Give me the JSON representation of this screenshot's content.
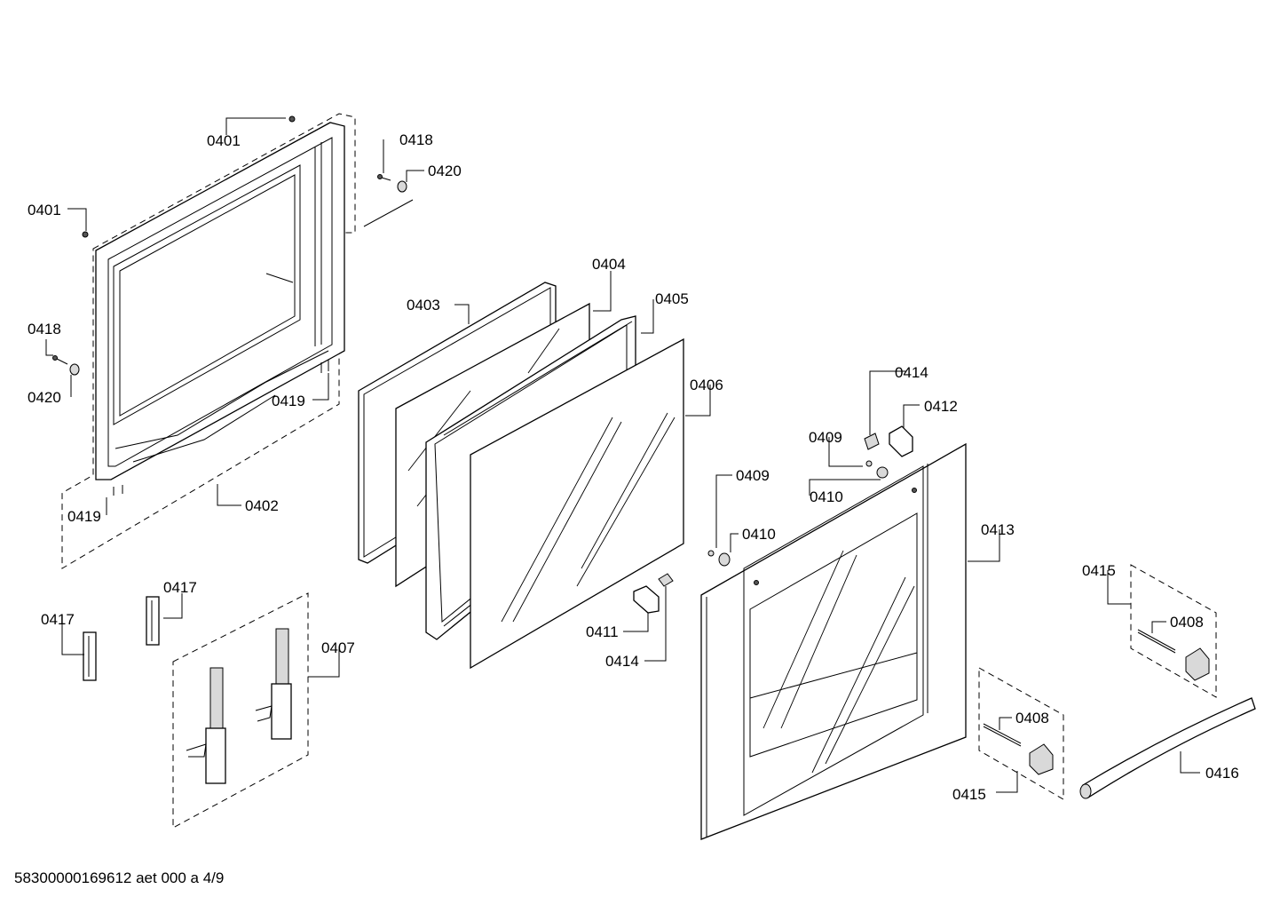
{
  "footer": {
    "document_id": "58300000169612 aet 000 a 4/9"
  },
  "labels": {
    "l0401_top": "0401",
    "l0401_left": "0401",
    "l0418_top": "0418",
    "l0420_top": "0420",
    "l0418_left": "0418",
    "l0420_left": "0420",
    "l0419_right": "0419",
    "l0419_bottom": "0419",
    "l0402": "0402",
    "l0403": "0403",
    "l0404": "0404",
    "l0405": "0405",
    "l0406": "0406",
    "l0407": "0407",
    "l0417_a": "0417",
    "l0417_b": "0417",
    "l0409_a": "0409",
    "l0410_a": "0410",
    "l0411": "0411",
    "l0414_a": "0414",
    "l0414_b": "0414",
    "l0412": "0412",
    "l0409_b": "0409",
    "l0410_b": "0410",
    "l0413": "0413",
    "l0415_a": "0415",
    "l0408_a": "0408",
    "l0408_b": "0408",
    "l0415_b": "0415",
    "l0416": "0416"
  }
}
